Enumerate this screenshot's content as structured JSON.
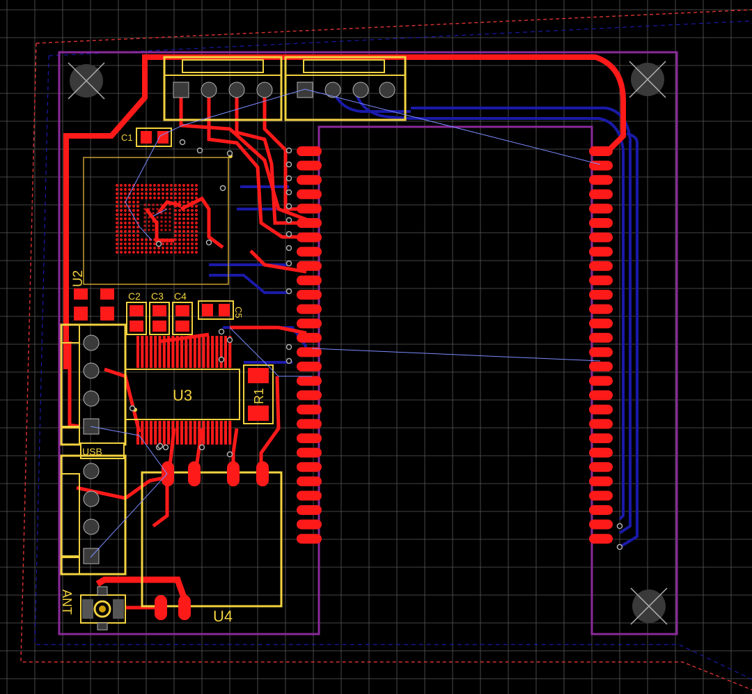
{
  "colors": {
    "background": "#000000",
    "grid": "#5a5a5a",
    "top_copper": "#ff1a1a",
    "bottom_copper": "#1a1aa8",
    "silkscreen": "#f2d240",
    "board_outline": "#8a2a9a",
    "ratsnest": "#7a8cff",
    "keepout": "#d03030",
    "mounting_hole": "#3a3a3a",
    "via_ring": "#b0b0b0"
  },
  "grid": {
    "visible": true
  },
  "silkscreen_labels": {
    "c1": "C1",
    "c2": "C2",
    "c3": "C3",
    "c4": "C4",
    "c5": "C5",
    "u2": "U2",
    "u3": "U3",
    "u4": "U4",
    "r1": "R1",
    "usb": "USB",
    "ant": "ANT"
  },
  "components": [
    {
      "ref": "C1",
      "type": "capacitor"
    },
    {
      "ref": "C2",
      "type": "capacitor"
    },
    {
      "ref": "C3",
      "type": "capacitor"
    },
    {
      "ref": "C4",
      "type": "capacitor"
    },
    {
      "ref": "C5",
      "type": "capacitor"
    },
    {
      "ref": "R1",
      "type": "resistor"
    },
    {
      "ref": "U2",
      "type": "bga-ic"
    },
    {
      "ref": "U3",
      "type": "soic-ic"
    },
    {
      "ref": "U4",
      "type": "module"
    },
    {
      "ref": "USB",
      "type": "connector"
    },
    {
      "ref": "ANT",
      "type": "antenna-connector"
    }
  ],
  "header_pins": {
    "left_column": 28,
    "right_column": 28,
    "top_connector_a": 4,
    "top_connector_b": 4
  }
}
